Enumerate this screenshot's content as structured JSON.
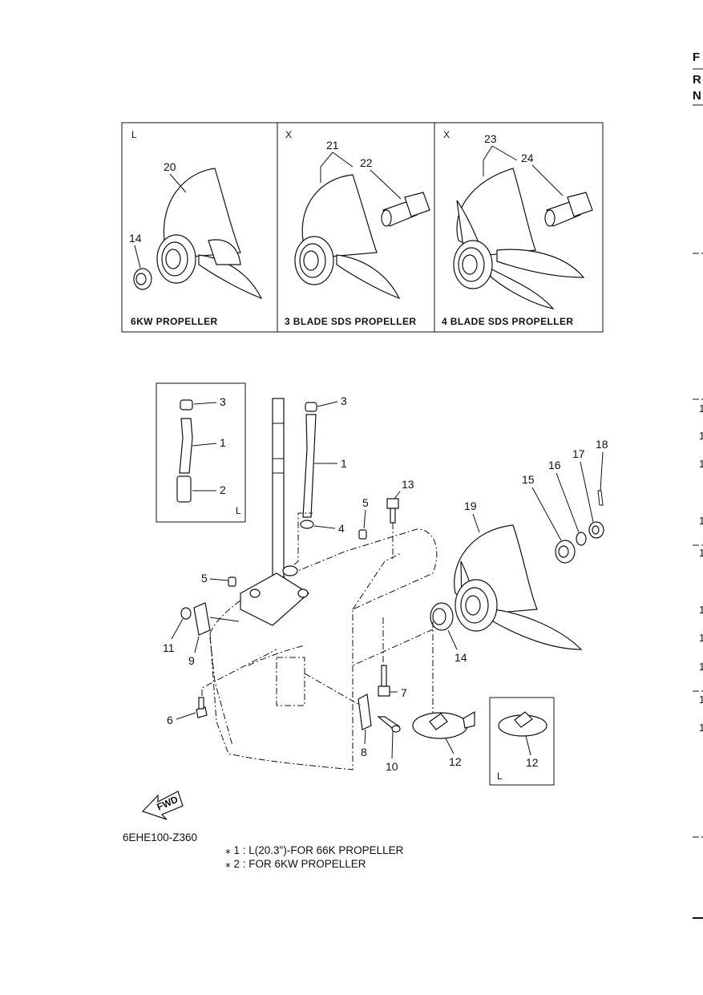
{
  "page": {
    "ref_code": "6EHE100-Z360"
  },
  "edge_marks": {
    "top": "F",
    "mid1": "R",
    "mid2": "N",
    "side": [
      "1",
      "1",
      "1",
      "1",
      "1",
      "1",
      "1",
      "1",
      "1",
      "1"
    ]
  },
  "top_panels": [
    {
      "corner": "L",
      "label": "6KW PROPELLER",
      "callouts": [
        "20",
        "14"
      ]
    },
    {
      "corner": "X",
      "label": "3 BLADE SDS PROPELLER",
      "callouts": [
        "21",
        "22"
      ]
    },
    {
      "corner": "X",
      "label": "4 BLADE SDS PROPELLER",
      "callouts": [
        "23",
        "24"
      ]
    }
  ],
  "inset_box_left": {
    "corner": "L",
    "callouts": [
      "3",
      "1",
      "2"
    ]
  },
  "inset_box_right": {
    "corner": "L",
    "callouts": [
      "12"
    ]
  },
  "main_callouts": {
    "c1": "1",
    "c3": "3",
    "c4": "4",
    "c5a": "5",
    "c5b": "5",
    "c6": "6",
    "c7": "7",
    "c8": "8",
    "c9": "9",
    "c10": "10",
    "c11": "11",
    "c12": "12",
    "c13": "13",
    "c14": "14",
    "c15": "15",
    "c16": "16",
    "c17": "17",
    "c18": "18",
    "c19": "19"
  },
  "fwd_arrow": {
    "text": "FWD",
    "icon": "fwd-arrow-icon"
  },
  "notes": [
    "⁎ 1 : L(20.3\")-FOR 66K PROPELLER",
    "⁎ 2 : FOR 6KW PROPELLER"
  ]
}
